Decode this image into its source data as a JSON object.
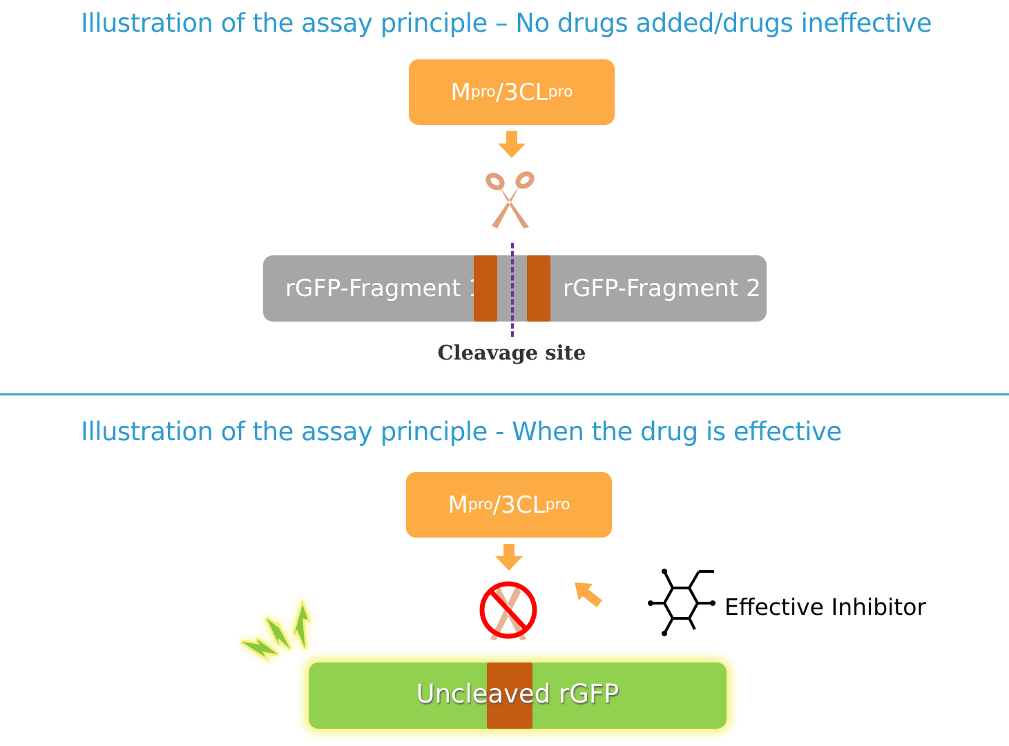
{
  "top": {
    "title": "Illustration of the assay principle – No drugs added/drugs ineffective",
    "enzyme": {
      "m": "M",
      "sup1": "pro",
      "mid": "/3CL",
      "sup2": "pro"
    },
    "fragment1": "rGFP-Fragment 1",
    "fragment2": "rGFP-Fragment 2",
    "cleavage_label": "Cleavage site"
  },
  "bottom": {
    "title": "Illustration of the assay principle - When the drug is effective",
    "enzyme": {
      "m": "M",
      "sup1": "pro",
      "mid": "/3CL",
      "sup2": "pro"
    },
    "inhibitor_label": "Effective Inhibitor",
    "product_label": "Uncleaved rGFP"
  },
  "colors": {
    "title": "#2e9bd0",
    "enzyme": "#fdab45",
    "fragment": "#a6a6a6",
    "site": "#c55a11",
    "gfp": "#92d050",
    "divider": "#3a9fd0"
  }
}
